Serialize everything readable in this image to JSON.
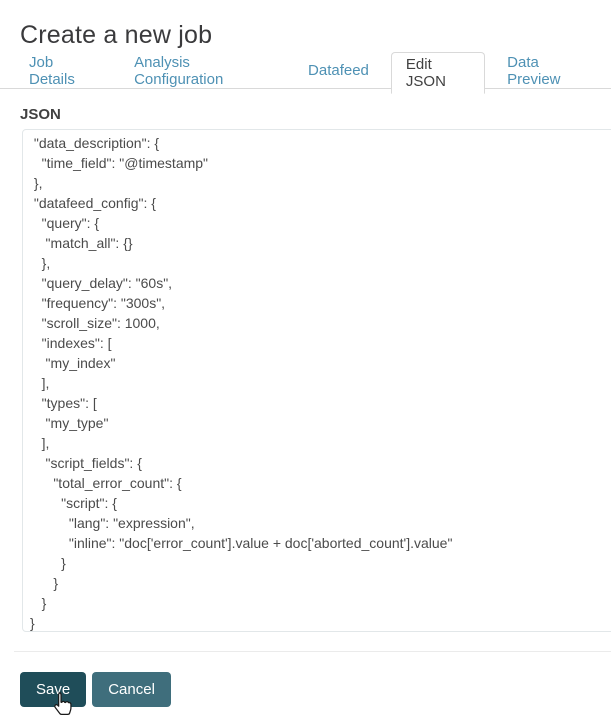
{
  "page": {
    "title": "Create a new job"
  },
  "tabs": [
    {
      "label": "Job Details",
      "active": false
    },
    {
      "label": "Analysis Configuration",
      "active": false
    },
    {
      "label": "Datafeed",
      "active": false
    },
    {
      "label": "Edit JSON",
      "active": true
    },
    {
      "label": "Data Preview",
      "active": false
    }
  ],
  "editor": {
    "label": "JSON",
    "content": " \"data_description\": {\n   \"time_field\": \"@timestamp\"\n },\n \"datafeed_config\": {\n   \"query\": {\n    \"match_all\": {}\n   },\n   \"query_delay\": \"60s\",\n   \"frequency\": \"300s\",\n   \"scroll_size\": 1000,\n   \"indexes\": [\n    \"my_index\"\n   ],\n   \"types\": [\n    \"my_type\"\n   ],\n    \"script_fields\": {\n      \"total_error_count\": {\n        \"script\": {\n          \"lang\": \"expression\",\n          \"inline\": \"doc['error_count'].value + doc['aborted_count'].value\"\n        }\n      }\n   }\n}"
  },
  "actions": {
    "save_label": "Save",
    "cancel_label": "Cancel"
  },
  "colors": {
    "tab_link": "#4e91b4",
    "tab_active_text": "#404040",
    "tab_border": "#d9d9d9",
    "editor_border": "#e2e7e9",
    "save_button_bg": "#1f4d59",
    "cancel_button_bg": "#3f6e7c",
    "title_text": "#3a3a3c"
  }
}
